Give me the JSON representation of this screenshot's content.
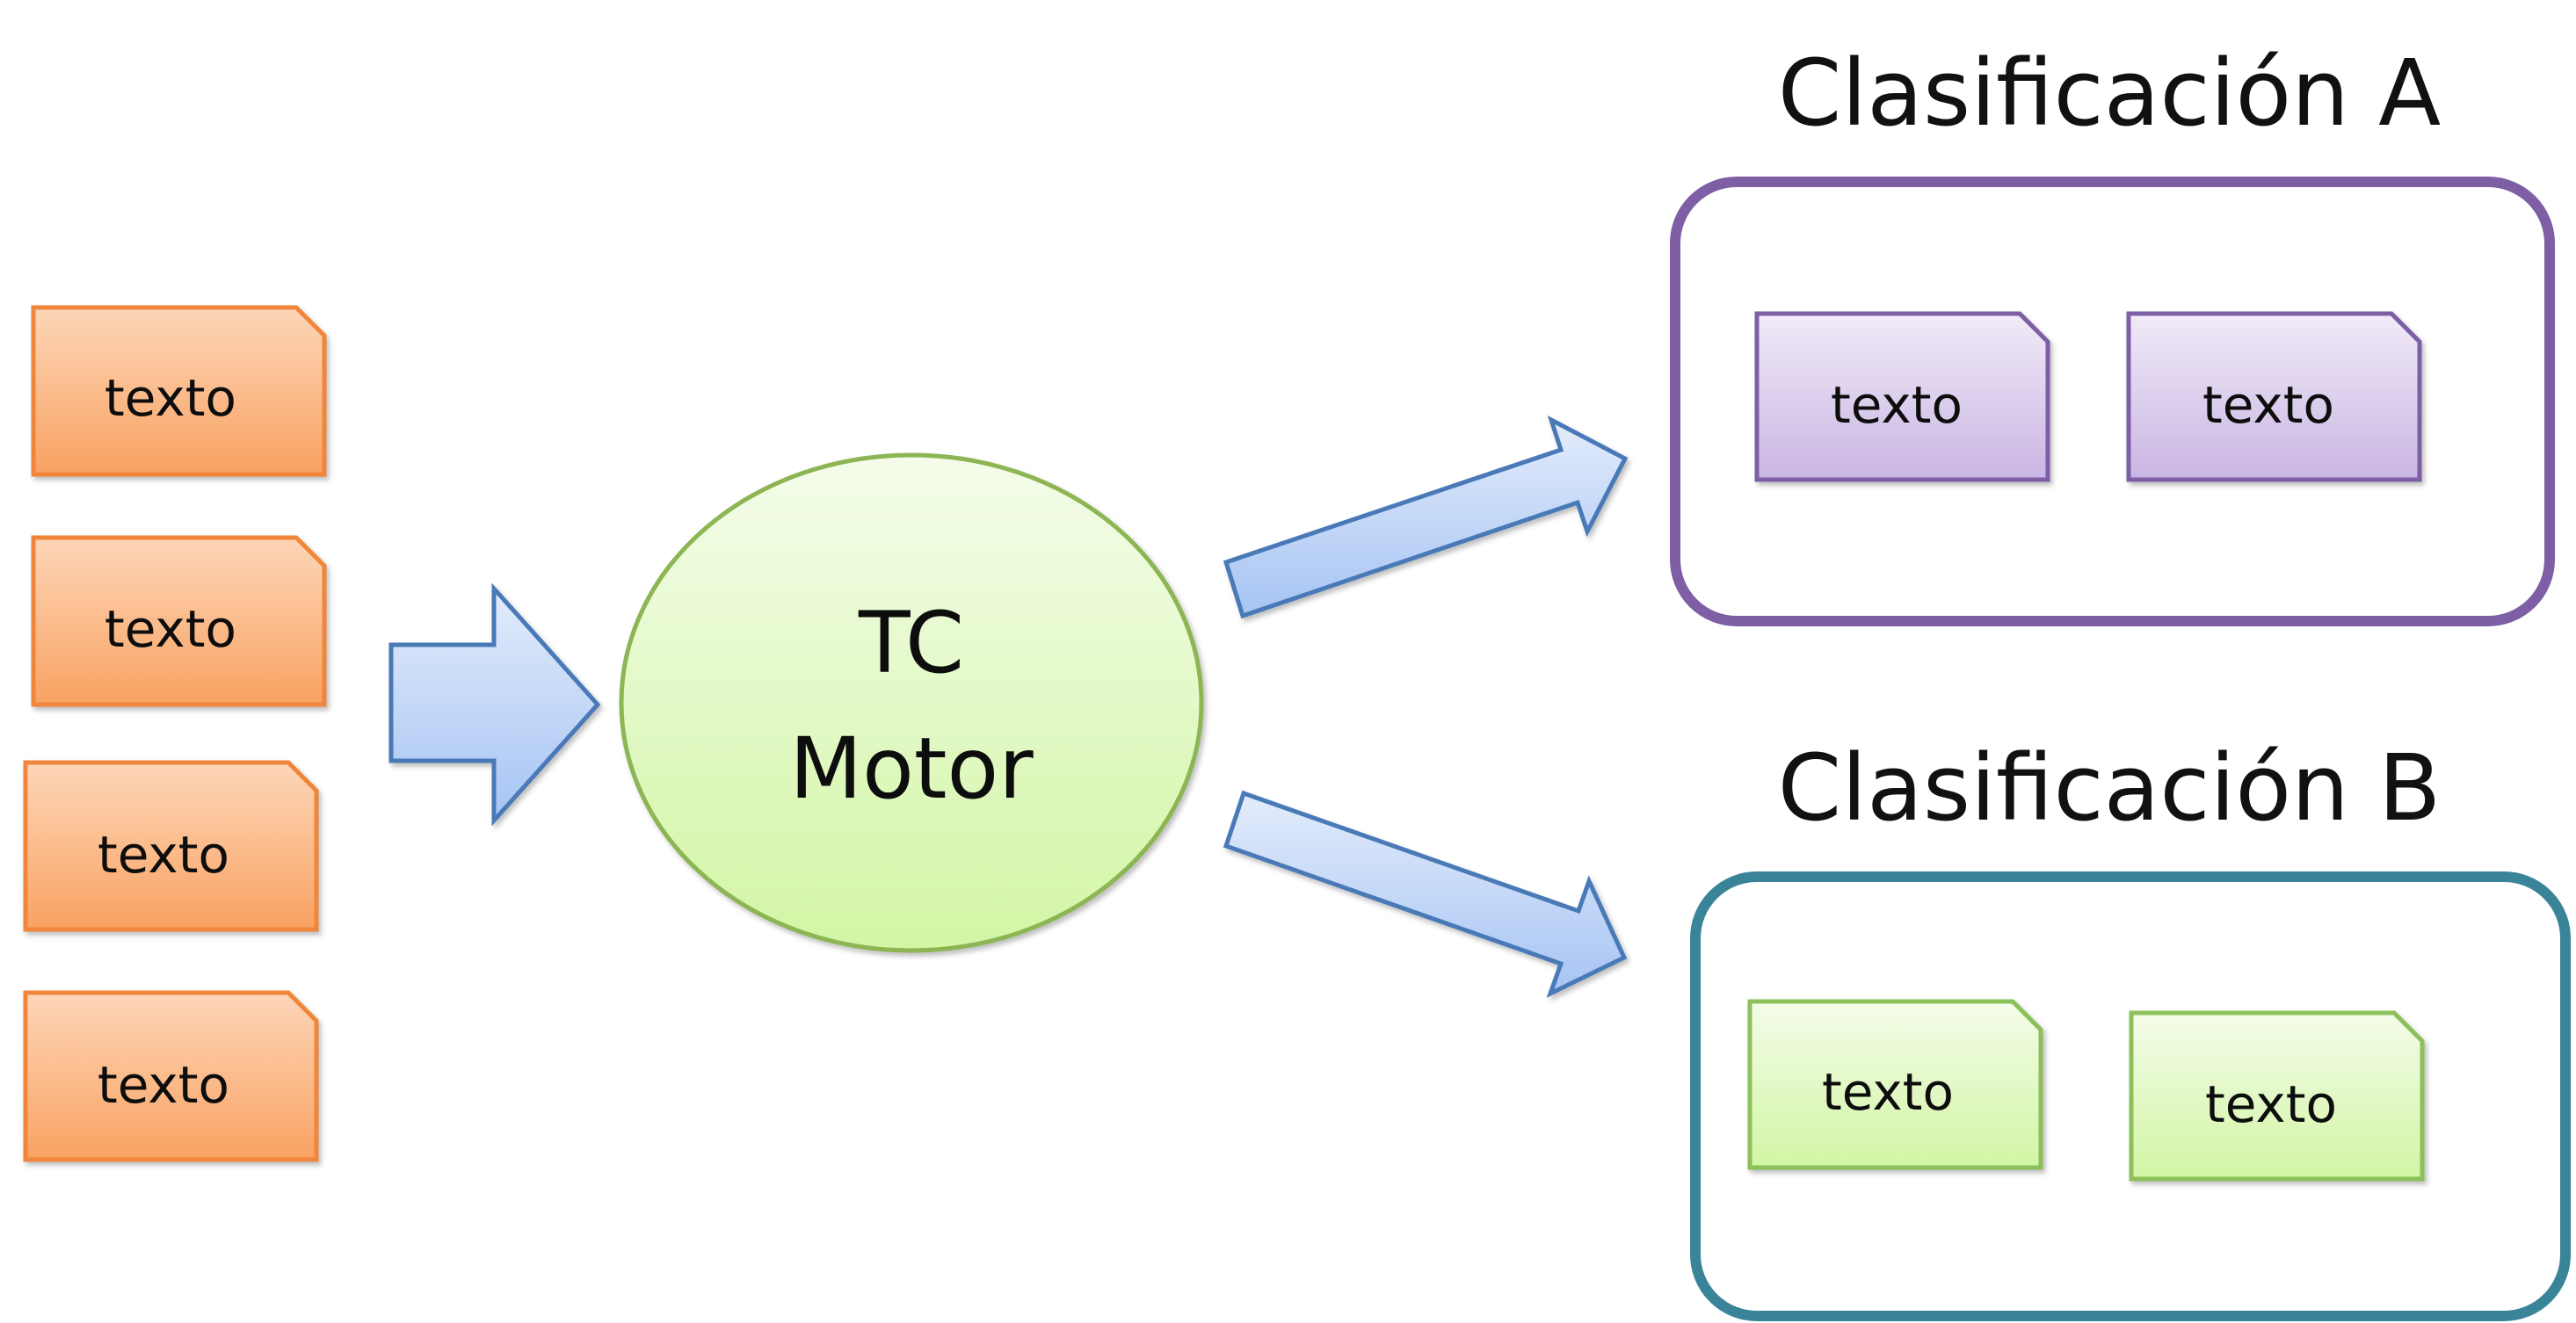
{
  "input_documents": [
    {
      "label": "texto"
    },
    {
      "label": "texto"
    },
    {
      "label": "texto"
    },
    {
      "label": "texto"
    }
  ],
  "engine": {
    "line1": "TC",
    "line2": "Motor"
  },
  "class_a": {
    "title": "Clasificación A",
    "documents": [
      {
        "label": "texto"
      },
      {
        "label": "texto"
      }
    ]
  },
  "class_b": {
    "title": "Clasificación B",
    "documents": [
      {
        "label": "texto"
      },
      {
        "label": "texto"
      }
    ]
  },
  "colors": {
    "input_doc_border": "#f0863a",
    "input_doc_fill_top": "#fdd0b0",
    "input_doc_fill_bottom": "#f9a56a",
    "arrow_border": "#4a7ab7",
    "arrow_fill_top": "#dfe9fb",
    "arrow_fill_bottom": "#a9c6f5",
    "engine_border": "#8cb553",
    "engine_fill_top": "#f3fbe8",
    "engine_fill_bottom": "#d4f7a8",
    "class_a_border": "#7e5ea5",
    "class_a_doc_fill_top": "#efe8f7",
    "class_a_doc_fill_bottom": "#cbb8e4",
    "class_b_border": "#3a8499",
    "class_b_doc_fill_top": "#f2fbe6",
    "class_b_doc_fill_bottom": "#d4f5a8",
    "class_b_doc_border": "#8cc05a"
  }
}
